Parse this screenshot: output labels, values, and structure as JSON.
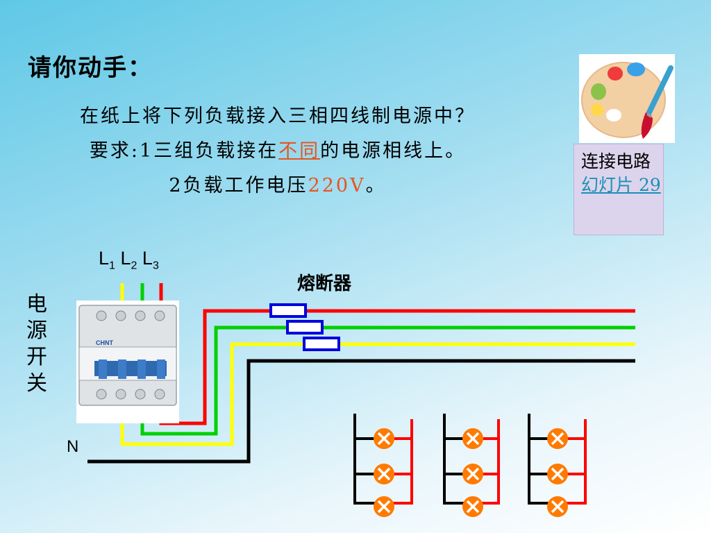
{
  "slide": {
    "title": "请你动手：",
    "task": {
      "line1": "在纸上将下列负载接入三相四线制电源中？",
      "line2_prefix": "要求:1三组负载接在",
      "line2_highlight": "不同",
      "line2_suffix": "的电源相线上。",
      "line3_prefix": "2负载工作电压",
      "line3_highlight": "220V",
      "line3_suffix": "。"
    },
    "link_box": {
      "text": "连接电路",
      "link_text": "幻灯片 29"
    },
    "palette_icon": "paint-palette-brush-icon"
  },
  "diagram": {
    "phase_labels": [
      {
        "letter": "L",
        "sub": "1"
      },
      {
        "letter": "L",
        "sub": "2"
      },
      {
        "letter": "L",
        "sub": "3"
      }
    ],
    "fuse_label": "熔断器",
    "switch_label_chars": [
      "电",
      "源",
      "开",
      "关"
    ],
    "neutral_label": "N",
    "breaker_brand": "CHNT",
    "wire_colors": {
      "L1": "#ffff00",
      "L2": "#00d000",
      "L3": "#ff0000",
      "N": "#000000",
      "fuse": "#0000dd",
      "lamp": "#ff7a00"
    },
    "lamp_groups": 3,
    "lamps_per_group": 3
  }
}
